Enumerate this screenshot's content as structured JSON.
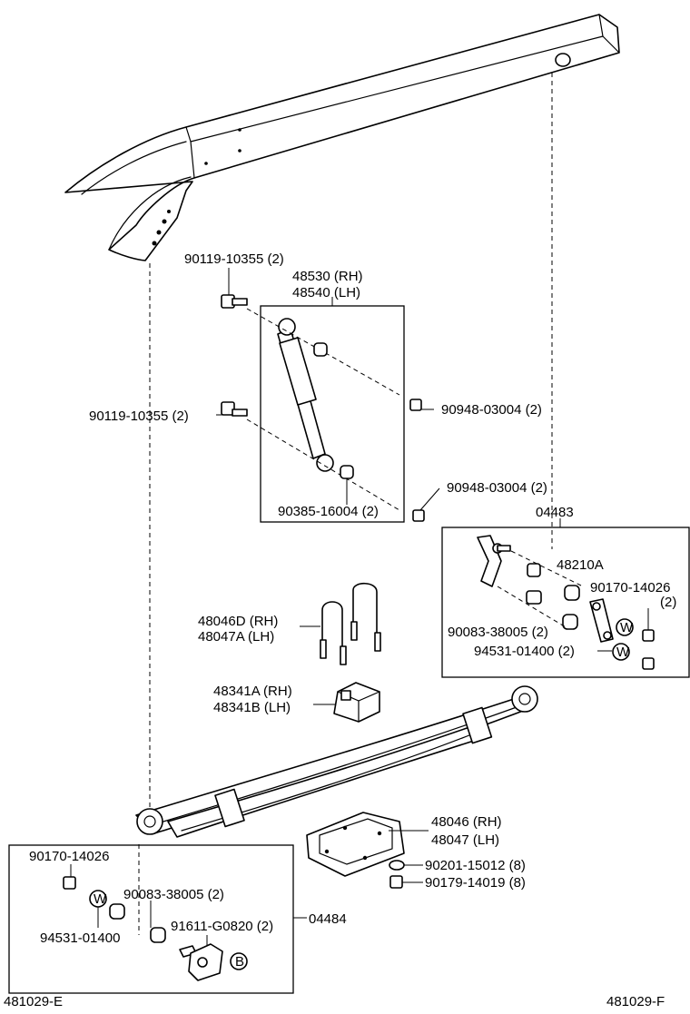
{
  "callouts": {
    "bolt_upper": "90119-10355 (2)",
    "shock_rh": "48530 (RH)",
    "shock_lh": "48540 (LH)",
    "bolt_lower": "90119-10355 (2)",
    "nut_shock": "90948-03004 (2)",
    "bushing_shock": "90385-16004 (2)",
    "nut_outer": "90948-03004 (2)",
    "kit_rear": "04483",
    "shackle": "48210A",
    "nut_shackle": "90170-14026",
    "nut_shackle_qty": "(2)",
    "bushing_rear": "90083-38005 (2)",
    "washer_rear": "94531-01400 (2)",
    "ubolt_rh": "48046D (RH)",
    "ubolt_lh": "48047A (LH)",
    "bumper_rh": "48341A (RH)",
    "bumper_lh": "48341B (LH)",
    "seat_rh": "48046 (RH)",
    "seat_lh": "48047 (LH)",
    "washer_seat": "90201-15012 (8)",
    "nut_seat": "90179-14019 (8)",
    "nut_front": "90170-14026",
    "bushing_front": "90083-38005 (2)",
    "washer_front": "94531-01400",
    "pin_front": "91611-G0820 (2)",
    "kit_front": "04484"
  },
  "markers": {
    "w": "W",
    "b": "B"
  },
  "footer": {
    "left_code": "481029-E",
    "right_code": "481029-F"
  }
}
